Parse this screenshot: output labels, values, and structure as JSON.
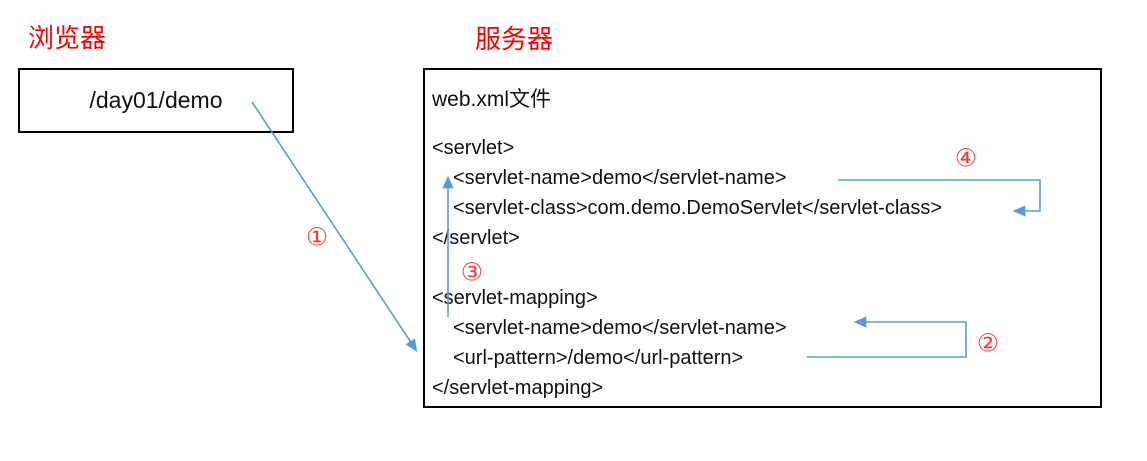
{
  "browser": {
    "label": "浏览器",
    "request": "/day01/demo"
  },
  "server": {
    "label": "服务器",
    "file_title": "web.xml文件",
    "code": [
      "<servlet>",
      "<servlet-name>demo</servlet-name>",
      "<servlet-class>com.demo.DemoServlet</servlet-class>",
      "</servlet>",
      "<servlet-mapping>",
      "<servlet-name>demo</servlet-name>",
      "<url-pattern>/demo</url-pattern>",
      "</servlet-mapping>"
    ]
  },
  "steps": {
    "step1": "①",
    "step2": "②",
    "step3": "③",
    "step4": "④"
  },
  "colors": {
    "arrow_blue": "#5B9BD5",
    "label_red": "#FF0000",
    "step_red": "#FA3B3B",
    "text_black": "#111111"
  }
}
